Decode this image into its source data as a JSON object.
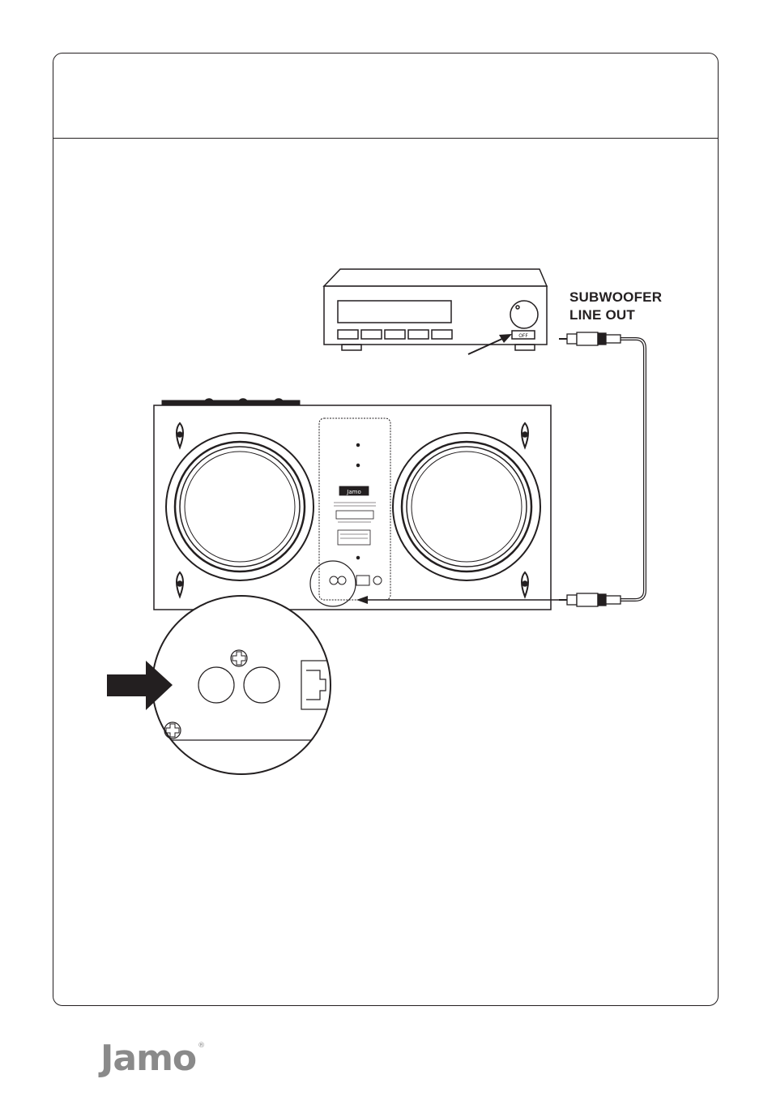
{
  "callout": {
    "line1": "SUBWOOFER",
    "line2": "LINE OUT"
  },
  "receiver": {
    "off_label": "OFF"
  },
  "subwoofer": {
    "panel_logo": "Jamo"
  },
  "brand": {
    "logo_text": "Jamo",
    "registered_mark": "®"
  },
  "icons": [
    "receiver-icon",
    "subwoofer-icon",
    "rca-plug-icon",
    "cable-icon",
    "magnifier-icon",
    "arrow-icon",
    "screw-icon"
  ],
  "colors": {
    "line": "#231f20",
    "logo_gray": "#8a8a8a",
    "arrow_fill": "#231f20"
  }
}
